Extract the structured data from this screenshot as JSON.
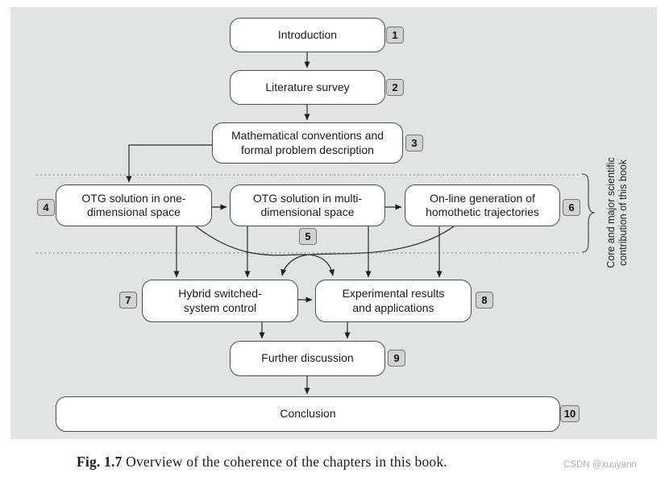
{
  "figure": {
    "caption_label": "Fig. 1.7",
    "caption_text": " Overview of the coherence of the chapters in this book.",
    "watermark": "CSDN @xuuyann",
    "side_label": "Core and major scientific\ncontribution of this book"
  },
  "nodes": [
    {
      "num": "1",
      "label": "Introduction"
    },
    {
      "num": "2",
      "label": "Literature survey"
    },
    {
      "num": "3",
      "label": "Mathematical conventions and\nformal problem description"
    },
    {
      "num": "4",
      "label": "OTG solution in one-\ndimensional space"
    },
    {
      "num": "5",
      "label": "OTG solution in multi-\ndimensional space"
    },
    {
      "num": "6",
      "label": "On-line generation of\nhomothetic trajectories"
    },
    {
      "num": "7",
      "label": "Hybrid switched-\nsystem control"
    },
    {
      "num": "8",
      "label": "Experimental results\nand applications"
    },
    {
      "num": "9",
      "label": "Further discussion"
    },
    {
      "num": "10",
      "label": "Conclusion"
    }
  ],
  "edges": [
    {
      "from": 1,
      "to": 2
    },
    {
      "from": 2,
      "to": 3
    },
    {
      "from": 3,
      "to": 4
    },
    {
      "from": 4,
      "to": 5
    },
    {
      "from": 5,
      "to": 6
    },
    {
      "from": 4,
      "to": 7
    },
    {
      "from": 5,
      "to": 7
    },
    {
      "from": 6,
      "to": 7
    },
    {
      "from": 4,
      "to": 8
    },
    {
      "from": 5,
      "to": 8
    },
    {
      "from": 6,
      "to": 8
    },
    {
      "from": 7,
      "to": 8
    },
    {
      "from": 7,
      "to": 9
    },
    {
      "from": 8,
      "to": 9
    },
    {
      "from": 9,
      "to": 10
    }
  ],
  "colors": {
    "panel_bg": "#e2e4e4",
    "box_bg": "#ffffff",
    "box_border": "#4d4d4d",
    "badge_bg": "#d2d2d2",
    "badge_border": "#777777",
    "arrow": "#2a2a2a",
    "dotted_line": "#909090",
    "watermark_text": "#a9aeb3"
  }
}
